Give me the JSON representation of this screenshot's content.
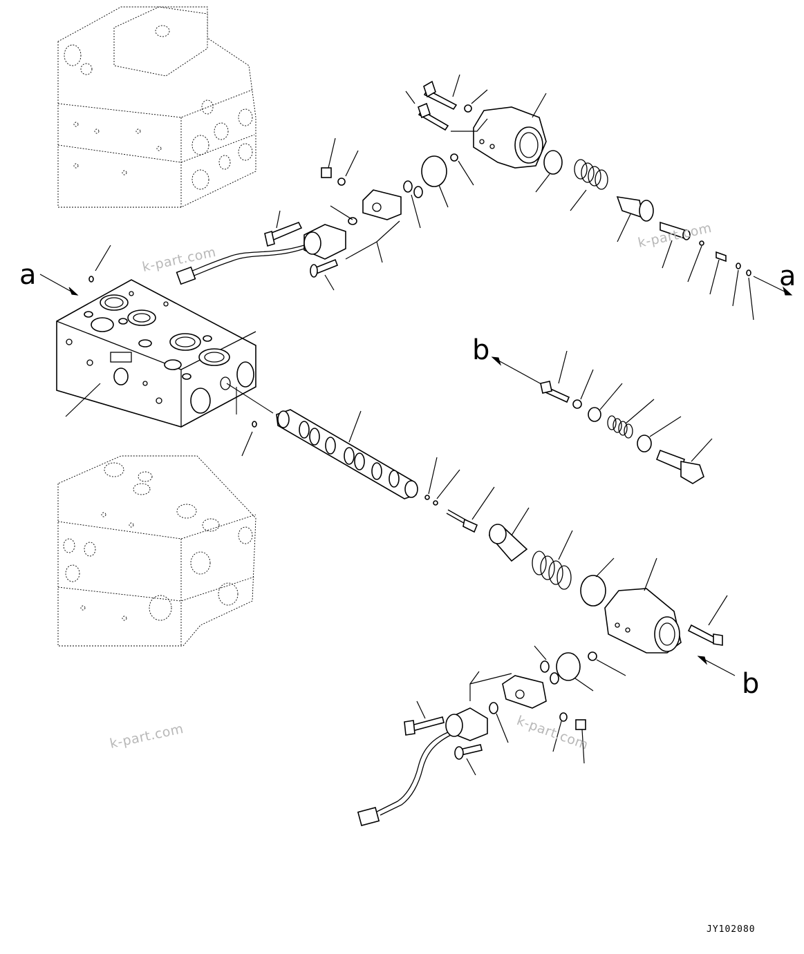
{
  "diagram": {
    "view_labels": {
      "a_left": "a",
      "a_right": "a",
      "b_top": "b",
      "b_bottom": "b"
    },
    "watermarks": [
      "k-part.com",
      "k-part.com",
      "k-part.com",
      "k-part.com"
    ],
    "drawing_code": "JY102080"
  }
}
